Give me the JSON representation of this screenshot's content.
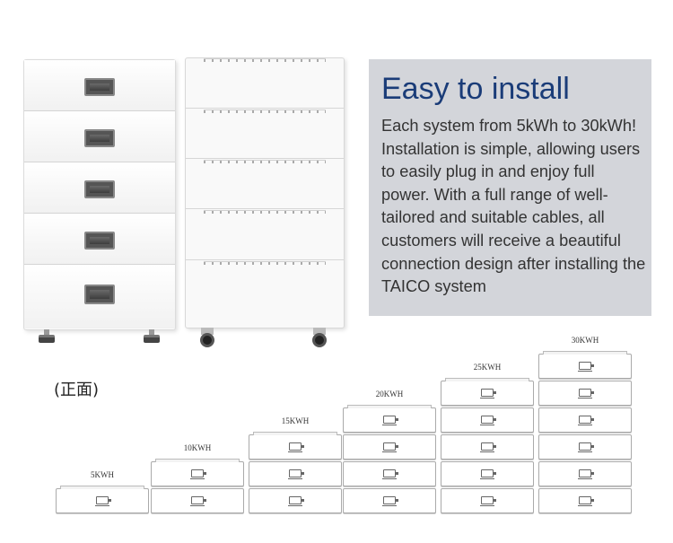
{
  "info": {
    "title": "Easy to install",
    "body": "Each system from 5kWh to 30kWh! Installation is simple, allowing users to easily plug in and enjoy full power. With a full range of well-tailored and suitable cables, all customers will receive a beautiful connection design after installing the TAICO system"
  },
  "diagram": {
    "front_label": "(正面)",
    "stacks": [
      {
        "label": "5KWH",
        "modules": 1
      },
      {
        "label": "10KWH",
        "modules": 2
      },
      {
        "label": "15KWH",
        "modules": 3
      },
      {
        "label": "20KWH",
        "modules": 4
      },
      {
        "label": "25KWH",
        "modules": 5
      },
      {
        "label": "30KWH",
        "modules": 6
      }
    ]
  },
  "colors": {
    "title": "#1a3c78",
    "panel_bg": "#d3d5da",
    "body_text": "#333333"
  },
  "icons": {
    "module_handle": "module-handle-icon",
    "module_indicator": "module-indicator-icon"
  }
}
